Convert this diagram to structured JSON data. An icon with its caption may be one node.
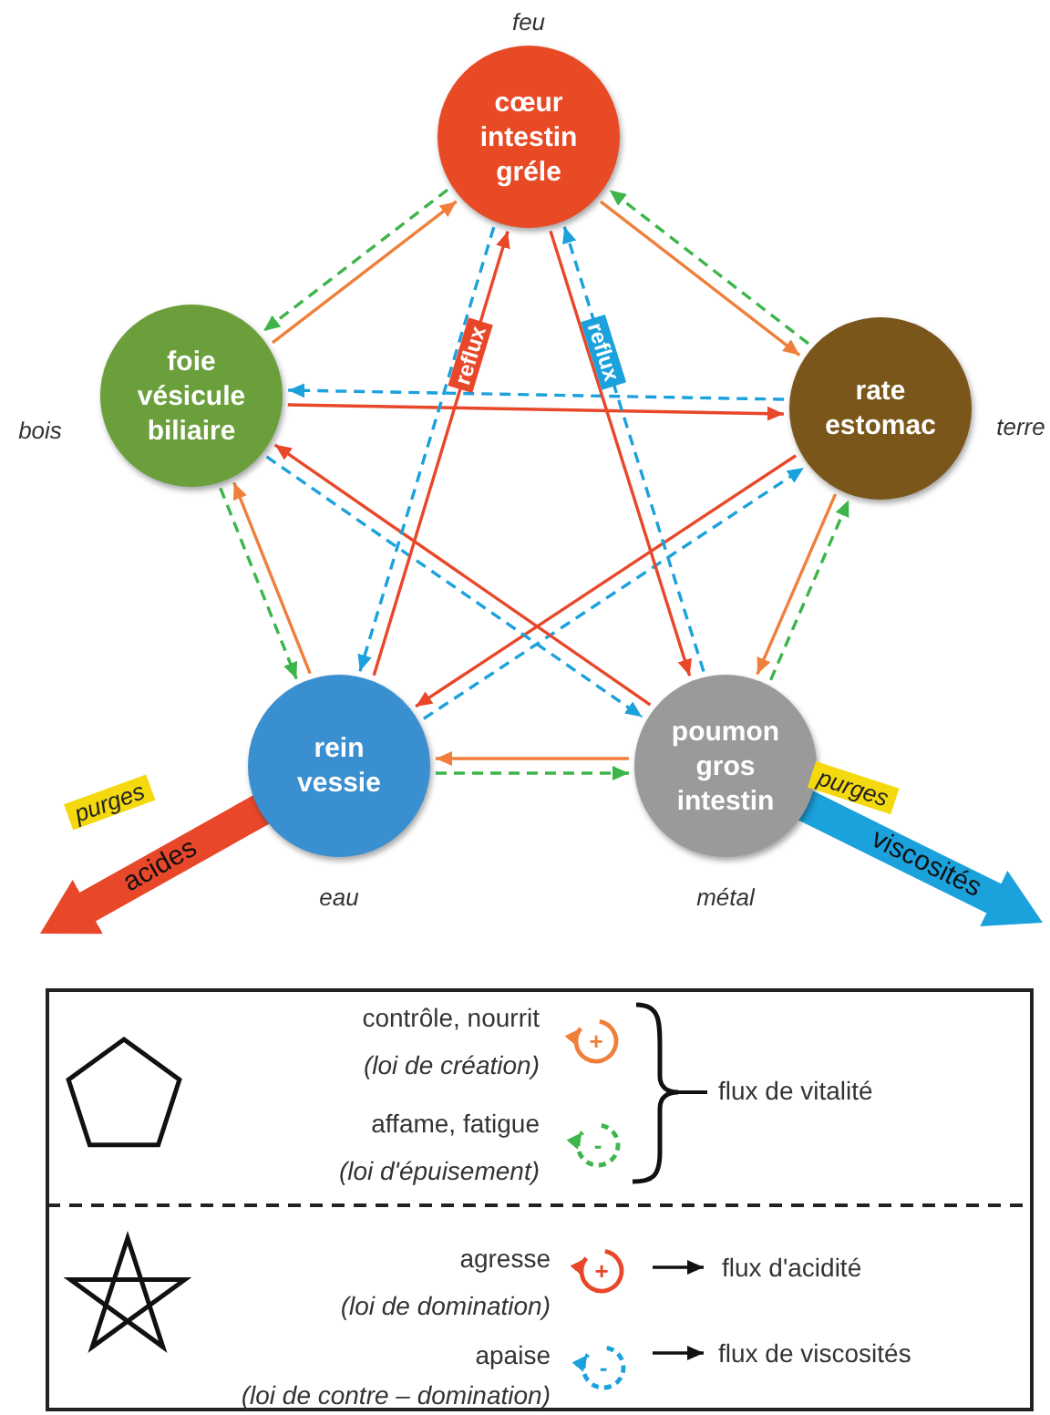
{
  "diagram": {
    "nodes": [
      {
        "text": [
          "cœur intestin gréle"
        ],
        "beside": [
          "feu"
        ]
      },
      {
        "text": [
          "foie vésicule biliaire"
        ],
        "beside": [
          "bois"
        ]
      },
      {
        "text": [
          "rate estomac"
        ],
        "beside": [
          "terre"
        ]
      },
      {
        "text": [
          "rein vessie"
        ],
        "beside": [
          "eau"
        ]
      },
      {
        "text": [
          "poumon gros intestin"
        ],
        "beside": [
          "métal"
        ]
      }
    ],
    "edges": [
      {
        "from": 1,
        "to": 0,
        "arrow": "to",
        "color": "#f07f3c"
      },
      {
        "from": 0,
        "to": 1,
        "arrow": "to",
        "style": "dashed",
        "color": "#3db54a"
      },
      {
        "from": 0,
        "to": 2,
        "arrow": "to",
        "color": "#f07f3c"
      },
      {
        "from": 2,
        "to": 0,
        "arrow": "to",
        "style": "dashed",
        "color": "#3db54a"
      },
      {
        "from": 2,
        "to": 4,
        "arrow": "to",
        "color": "#f07f3c"
      },
      {
        "from": 4,
        "to": 2,
        "arrow": "to",
        "style": "dashed",
        "color": "#3db54a"
      },
      {
        "from": 4,
        "to": 3,
        "arrow": "to",
        "color": "#f07f3c"
      },
      {
        "from": 3,
        "to": 4,
        "arrow": "to",
        "style": "dashed",
        "color": "#3db54a"
      },
      {
        "from": 3,
        "to": 1,
        "arrow": "to",
        "color": "#f07f3c"
      },
      {
        "from": 1,
        "to": 3,
        "arrow": "to",
        "style": "dashed",
        "color": "#3db54a"
      },
      {
        "from": 1,
        "to": 2,
        "arrow": "to",
        "color": "#e8472a"
      },
      {
        "from": 2,
        "to": 1,
        "arrow": "to",
        "style": "dashed",
        "color": "#1ba1dc"
      },
      {
        "from": 2,
        "to": 3,
        "arrow": "to",
        "color": "#e8472a"
      },
      {
        "from": 3,
        "to": 2,
        "arrow": "to",
        "style": "dashed",
        "color": "#1ba1dc"
      },
      {
        "from": 0,
        "to": 4,
        "arrow": "to",
        "color": "#e8472a"
      },
      {
        "from": 4,
        "to": 0,
        "arrow": "to",
        "style": "dashed",
        "color": "#1ba1dc",
        "label": "reflux"
      },
      {
        "from": 4,
        "to": 1,
        "arrow": "to",
        "color": "#e8472a"
      },
      {
        "from": 1,
        "to": 4,
        "arrow": "to",
        "style": "dashed",
        "color": "#1ba1dc"
      },
      {
        "from": 3,
        "to": 0,
        "arrow": "to",
        "color": "#e8472a",
        "label": "reflux"
      },
      {
        "from": 0,
        "to": 3,
        "arrow": "to",
        "style": "dashed",
        "color": "#1ba1dc"
      },
      {
        "from": 3,
        "to": null,
        "arrow": "to",
        "style": "thick",
        "color": "#e8472a",
        "label": "acides"
      },
      {
        "from": 4,
        "to": null,
        "arrow": "to",
        "style": "thick",
        "color": "#1ba1dc",
        "label": "viscosités"
      }
    ],
    "labels": [
      "purges",
      "purges",
      "contrôle, nourrit",
      "+",
      "(loi de création)",
      "flux de vitalité",
      "affame, fatigue",
      "-",
      "(loi d'épuisement)",
      "agresse",
      "+",
      "flux d'acidité",
      "(loi de domination)",
      "apaise",
      "-",
      "flux de viscosités",
      "(loi de contre – domination)"
    ]
  }
}
